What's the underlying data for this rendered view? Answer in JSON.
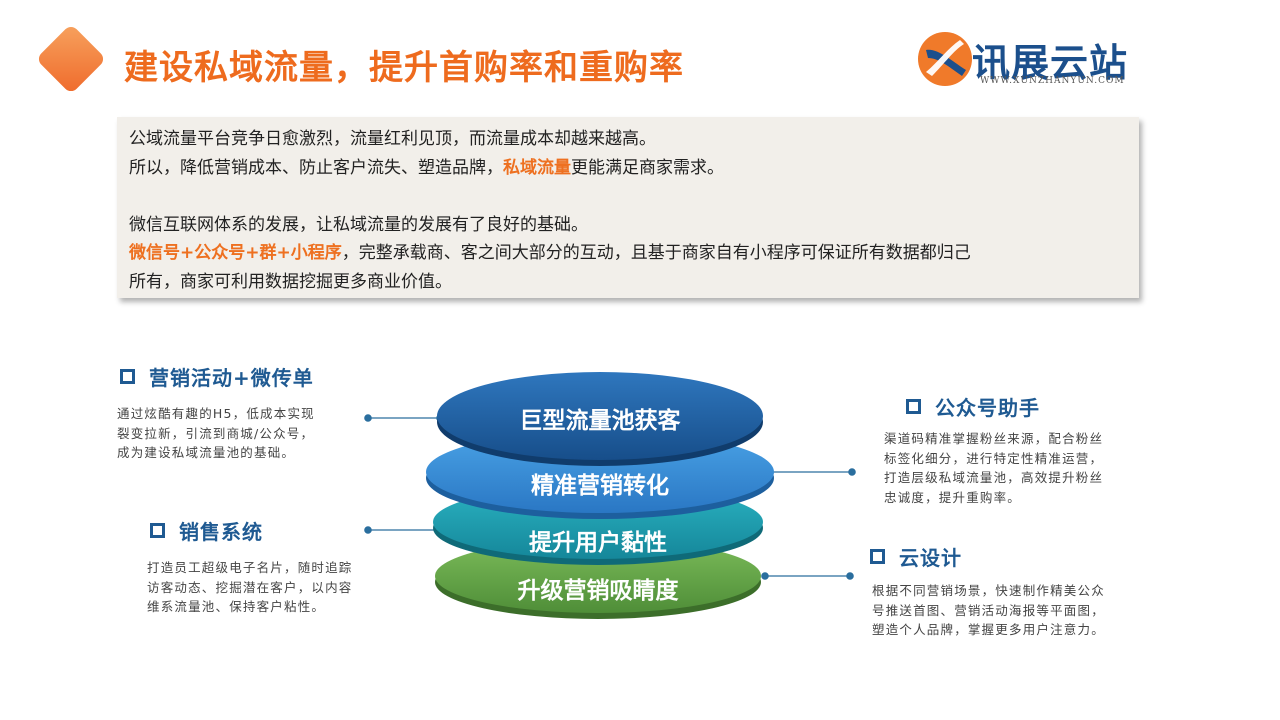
{
  "header": {
    "title": "建设私域流量，提升首购率和重购率",
    "logo_name": "讯展云站",
    "logo_url": "WWW.XUNZHANYUN.COM"
  },
  "intro": {
    "line1": "公域流量平台竞争日愈激烈，流量红利见顶，而流量成本却越来越高。",
    "line2_pre": "所以，降低营销成本、防止客户流失、塑造品牌，",
    "line2_hl": "私域流量",
    "line2_post": "更能满足商家需求。",
    "line3": "微信互联网体系的发展，让私域流量的发展有了良好的基础。",
    "line4_hl": "微信号+公众号+群+小程序",
    "line4_post": "，完整承载商、客之间大部分的互动，且基于商家自有小程序可保证所有数据都归己",
    "line5": "所有，商家可利用数据挖掘更多商业价值。"
  },
  "stack": {
    "layer1": "巨型流量池获客",
    "layer2": "精准营销转化",
    "layer3": "提升用户黏性",
    "layer4": "升级营销吸睛度"
  },
  "sections": {
    "marketing": {
      "title": "营销活动+微传单",
      "lines": [
        "通过炫酷有趣的H5，低成本实现",
        "裂变拉新，引流到商城/公众号，",
        "成为建设私域流量池的基础。"
      ]
    },
    "sales": {
      "title": "销售系统",
      "lines": [
        "打造员工超级电子名片，随时追踪",
        "访客动态、挖掘潜在客户，以内容",
        "维系流量池、保持客户粘性。"
      ]
    },
    "official": {
      "title": "公众号助手",
      "lines": [
        "渠道码精准掌握粉丝来源，配合粉丝",
        "标签化细分，进行特定性精准运营，",
        "打造层级私域流量池，高效提升粉丝",
        "忠诚度，提升重购率。"
      ]
    },
    "design": {
      "title": "云设计",
      "lines": [
        "根据不同营销场景，快速制作精美公众",
        "号推送首图、营销活动海报等平面图，",
        "塑造个人品牌，掌握更多用户注意力。"
      ]
    }
  },
  "colors": {
    "accent_orange": "#ee6b1e",
    "heading_blue": "#1f5a92",
    "layer1": "#1d5fa3",
    "layer2": "#3a8fd8",
    "layer3": "#1fa0b0",
    "layer4": "#65a84a"
  }
}
